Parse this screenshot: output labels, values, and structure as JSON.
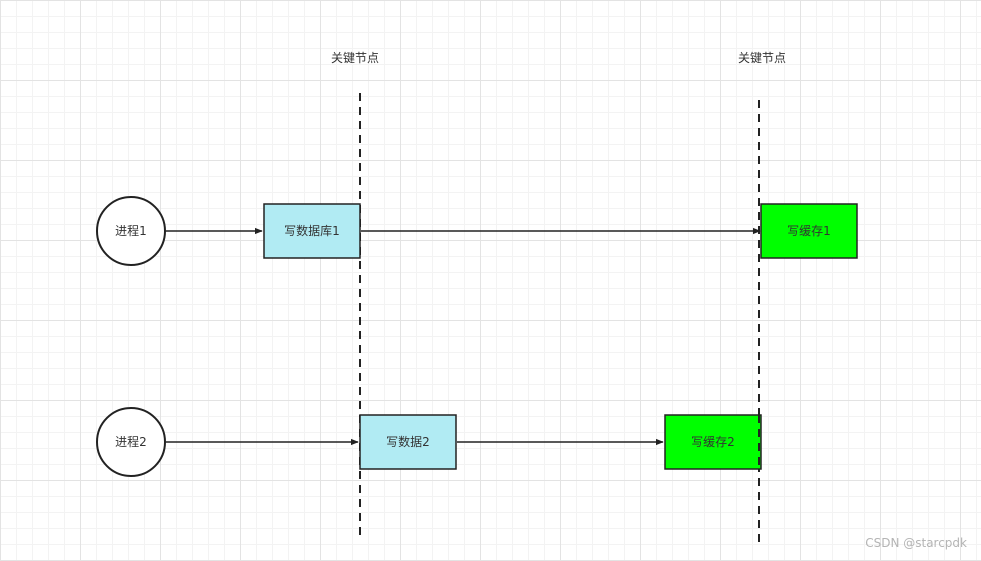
{
  "diagram": {
    "milestones": [
      {
        "label": "关键节点"
      },
      {
        "label": "关键节点"
      }
    ],
    "processes": [
      {
        "label": "进程1"
      },
      {
        "label": "进程2"
      }
    ],
    "steps": {
      "write_db_1": "写数据库1",
      "write_cache_1": "写缓存1",
      "write_db_2": "写数据2",
      "write_cache_2": "写缓存2"
    }
  },
  "colors": {
    "db_fill": "#b1ebf3",
    "cache_fill": "#00ff00",
    "stroke": "#222222"
  },
  "watermark": "CSDN @starcpdk"
}
